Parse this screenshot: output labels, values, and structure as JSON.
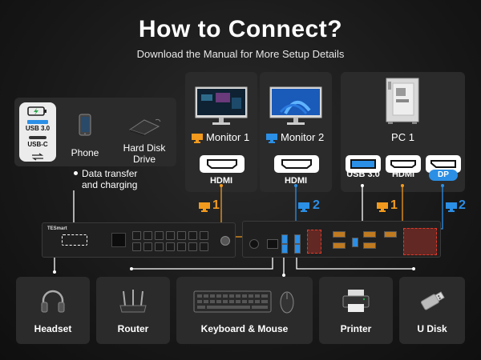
{
  "header": {
    "title": "How to Connect?",
    "subtitle": "Download the Manual for More Setup Details"
  },
  "top_left_card": {
    "usb30": "USB 3.0",
    "usbc": "USB-C",
    "phone": "Phone",
    "hdd_line1": "Hard Disk",
    "hdd_line2": "Drive",
    "note_line1": "Data transfer",
    "note_line2": "and charging"
  },
  "monitors": [
    {
      "label": "Monitor 1",
      "port": "HDMI",
      "number": "1",
      "color": "#f29a1e"
    },
    {
      "label": "Monitor 2",
      "port": "HDMI",
      "number": "2",
      "color": "#2b8fe6"
    }
  ],
  "pc": {
    "label": "PC 1",
    "ports": [
      "USB 3.0",
      "HDMI",
      "DP"
    ],
    "numbers": [
      "1",
      "2"
    ]
  },
  "kvm": {
    "brand": "TESmart"
  },
  "bottom_devices": [
    {
      "label": "Headset",
      "icon": "headset-icon"
    },
    {
      "label": "Router",
      "icon": "router-icon"
    },
    {
      "label": "Keyboard & Mouse",
      "icon": "keyboard-mouse-icon"
    },
    {
      "label": "Printer",
      "icon": "printer-icon"
    },
    {
      "label": "U Disk",
      "icon": "usb-drive-icon"
    }
  ],
  "colors": {
    "orange": "#f29a1e",
    "blue": "#2b8fe6",
    "highlight": "#e03a2a"
  }
}
